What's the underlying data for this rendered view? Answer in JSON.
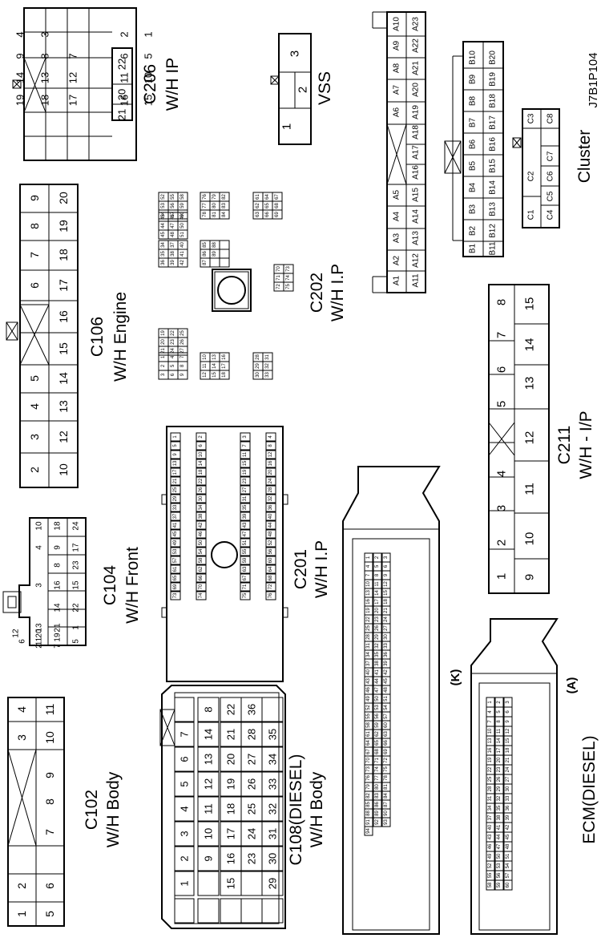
{
  "figure_code": "J7B1P104",
  "connectors": {
    "c206": {
      "name": "C206",
      "sub": "W/H IP",
      "main": [
        "4",
        "9",
        "14",
        "19",
        "3",
        "8",
        "13",
        "18",
        "7",
        "12",
        "17",
        "2",
        "6",
        "11",
        "16",
        "1",
        "5",
        "10",
        "15"
      ],
      "ext": [
        "22",
        "20",
        "21"
      ]
    },
    "vss": {
      "name": "VSS",
      "pins": [
        "3",
        "1",
        "2"
      ]
    },
    "c104": {
      "name": "C104",
      "sub": "W/H Front",
      "pins": [
        "10",
        "18",
        "24",
        "4",
        "9",
        "17",
        "23",
        "8",
        "16",
        "3",
        "15",
        "22",
        "14",
        "21",
        "13",
        "2",
        "7",
        "12",
        "20",
        "1",
        "6",
        "11",
        "19",
        "5"
      ]
    },
    "c106": {
      "name": "C106",
      "sub": "W/H Engine",
      "pins": [
        "9",
        "20",
        "8",
        "19",
        "7",
        "18",
        "6",
        "17",
        "16",
        "15",
        "5",
        "14",
        "4",
        "13",
        "3",
        "12",
        "2",
        "11",
        "1",
        "10"
      ]
    },
    "c102": {
      "name": "C102",
      "sub": "W/H Body",
      "pins": [
        "4",
        "11",
        "3",
        "10",
        "9",
        "8",
        "7",
        "2",
        "6",
        "1",
        "5"
      ]
    },
    "c202": {
      "name": "C202",
      "sub": "W/H I.P",
      "pins": [
        "1",
        "2",
        "3",
        "4",
        "5",
        "6",
        "7",
        "8",
        "9",
        "10",
        "11",
        "12",
        "13",
        "14",
        "15",
        "16",
        "17",
        "18",
        "19",
        "20",
        "21",
        "22",
        "23",
        "24",
        "25",
        "26",
        "27",
        "28",
        "29",
        "30",
        "31",
        "32",
        "33",
        "34",
        "35",
        "36",
        "37",
        "38",
        "39",
        "40",
        "41",
        "42",
        "43",
        "44",
        "45",
        "46",
        "47",
        "48",
        "49",
        "50",
        "51",
        "52",
        "53",
        "54",
        "55",
        "56",
        "57",
        "58",
        "59",
        "60",
        "61",
        "62",
        "63",
        "64",
        "65",
        "66",
        "67",
        "68",
        "69",
        "70",
        "71",
        "72",
        "73",
        "74",
        "75",
        "76",
        "77",
        "78",
        "79",
        "80",
        "81",
        "82",
        "83",
        "84",
        "85",
        "86",
        "87",
        "88",
        "89"
      ]
    },
    "c201": {
      "name": "C201",
      "sub": "W/H I.P",
      "pins": [
        "1",
        "2",
        "3",
        "4",
        "5",
        "6",
        "7",
        "8",
        "9",
        "10",
        "11",
        "12",
        "13",
        "14",
        "15",
        "16",
        "17",
        "18",
        "19",
        "20",
        "21",
        "22",
        "23",
        "24",
        "25",
        "26",
        "27",
        "28",
        "29",
        "30",
        "31",
        "32",
        "33",
        "34",
        "35",
        "36",
        "37",
        "38",
        "39",
        "40",
        "41",
        "42",
        "43",
        "44",
        "45",
        "46",
        "47",
        "48",
        "49",
        "50",
        "51",
        "52",
        "53",
        "54",
        "55",
        "56",
        "57",
        "58",
        "59",
        "60",
        "61",
        "62",
        "63",
        "64",
        "65",
        "66",
        "67",
        "68",
        "69",
        "70",
        "71",
        "72",
        "73",
        "74",
        "75",
        "76"
      ]
    },
    "c211": {
      "name": "C211",
      "sub": "W/H - I/P",
      "top": [
        "8",
        "7",
        "6",
        "5",
        "4",
        "3",
        "2",
        "1"
      ],
      "bottom": [
        "15",
        "14",
        "13",
        "12",
        "11",
        "10",
        "9"
      ]
    },
    "c108": {
      "name": "C108(DIESEL)",
      "sub": "W/H Body",
      "pins": [
        "8",
        "22",
        "36",
        "7",
        "14",
        "21",
        "28",
        "35",
        "6",
        "13",
        "20",
        "27",
        "34",
        "5",
        "12",
        "19",
        "26",
        "33",
        "4",
        "11",
        "18",
        "25",
        "32",
        "3",
        "10",
        "17",
        "24",
        "31",
        "2",
        "9",
        "16",
        "23",
        "30",
        "1",
        "15",
        "29"
      ]
    },
    "ecm": {
      "name": "ECM(DIESEL)",
      "k_label": "(K)",
      "a_label": "(A)",
      "k_pins": [
        "1",
        "2",
        "3",
        "4",
        "5",
        "6",
        "7",
        "8",
        "9",
        "10",
        "11",
        "12",
        "13",
        "14",
        "15",
        "16",
        "17",
        "18",
        "19",
        "20",
        "21",
        "22",
        "23",
        "24",
        "25",
        "26",
        "27",
        "28",
        "29",
        "30",
        "31",
        "32",
        "33",
        "34",
        "35",
        "36",
        "37",
        "38",
        "39",
        "40",
        "41",
        "42",
        "43",
        "44",
        "45",
        "46",
        "47",
        "48",
        "49",
        "50",
        "51",
        "52",
        "53",
        "54",
        "55",
        "56",
        "57",
        "58",
        "59",
        "60",
        "61",
        "62",
        "63",
        "64",
        "65",
        "66",
        "67",
        "68",
        "69",
        "70",
        "71",
        "72",
        "73",
        "74",
        "75",
        "76",
        "77",
        "78",
        "79",
        "80",
        "81",
        "82",
        "83",
        "84",
        "85",
        "86",
        "87",
        "88",
        "89",
        "90",
        "91",
        "92",
        "93",
        "94"
      ],
      "a_pins": [
        "1",
        "2",
        "3",
        "4",
        "5",
        "6",
        "7",
        "8",
        "9",
        "10",
        "11",
        "12",
        "13",
        "14",
        "15",
        "16",
        "17",
        "18",
        "19",
        "20",
        "21",
        "22",
        "23",
        "24",
        "25",
        "26",
        "27",
        "28",
        "29",
        "30",
        "31",
        "32",
        "33",
        "34",
        "35",
        "36",
        "37",
        "38",
        "39",
        "40",
        "41",
        "42",
        "43",
        "44",
        "45",
        "46",
        "47",
        "48",
        "49",
        "50",
        "51",
        "52",
        "53",
        "54",
        "55",
        "56",
        "57",
        "58",
        "59",
        "60"
      ]
    },
    "c_a": {
      "pins": [
        "A10",
        "A23",
        "A9",
        "A22",
        "A8",
        "A21",
        "A7",
        "A20",
        "A6",
        "A19",
        "A18",
        "A17",
        "A16",
        "A5",
        "A15",
        "A4",
        "A14",
        "A3",
        "A13",
        "A2",
        "A12",
        "A1",
        "A11"
      ]
    },
    "c_b": {
      "pins": [
        "B10",
        "B20",
        "B9",
        "B19",
        "B8",
        "B18",
        "B7",
        "B17",
        "B6",
        "B16",
        "B5",
        "B15",
        "B4",
        "B14",
        "B3",
        "B13",
        "B2",
        "B12",
        "B1",
        "B11"
      ]
    },
    "cluster": {
      "name": "Cluster",
      "pins": [
        "C3",
        "C8",
        "C2",
        "C7",
        "C6",
        "C1",
        "C5",
        "C4"
      ]
    }
  }
}
